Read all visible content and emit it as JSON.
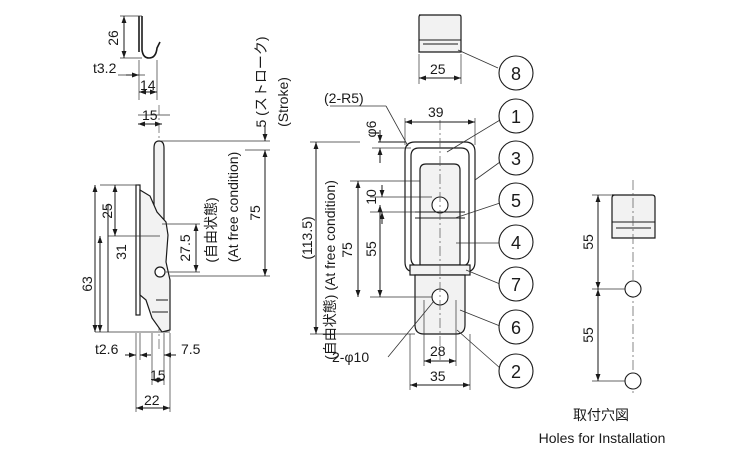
{
  "balloons": [
    "1",
    "2",
    "3",
    "4",
    "5",
    "6",
    "7",
    "8"
  ],
  "side_view": {
    "dims": [
      "26",
      "t3.2",
      "14",
      "15",
      "25",
      "31",
      "63",
      "27.5",
      "t2.6",
      "7.5",
      "15",
      "22"
    ],
    "free_condition_jp": "(自由状態)",
    "free_condition_en": "(At free condition)",
    "dim_75": "75",
    "stroke_dim": "5 (ストローク)",
    "stroke_en": "(Stroke)"
  },
  "front_view": {
    "dims": [
      "(2-R5)",
      "39",
      "φ6",
      "10",
      "75",
      "55",
      "28",
      "35",
      "2-φ10",
      "25"
    ],
    "overall": "(113.5)",
    "free_condition_combined": "(自由状態) (At free condition)"
  },
  "holes": {
    "dims": [
      "55",
      "55"
    ],
    "caption_jp": "取付穴図",
    "caption_en": "Holes for Installation"
  }
}
